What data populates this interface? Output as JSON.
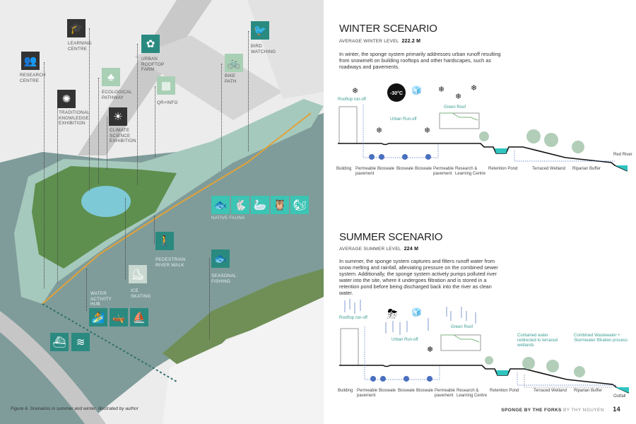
{
  "map": {
    "labels": {
      "learning_centre": "Learning Centre",
      "research_centre": "Research Centre",
      "urban_rooftop_farm": "Urban Rooftop Farm",
      "ecological_pathway": "Ecological Pathway",
      "qr_info": "QR+Info",
      "traditional_knowledge": "Traditional Knowledge Exhibition",
      "climate_science": "Climate Science Exhibition",
      "bike_path": "Bike Path",
      "bird_watching": "Bird Watching",
      "native_fauna": "Native Fauna",
      "pedestrian_river_walk": "Pedestrian River Walk",
      "ice_skating": "Ice Skating",
      "seasonal_fishing": "Seasonal Fishing",
      "water_activity_hub": "Water Activity Hub"
    },
    "caption": "Figure 6. Scenarios in summer and winter. Illustrated by author",
    "colors": {
      "teal": "#2a8a80",
      "mint": "#a9cfb4",
      "dark": "#333333",
      "river": "#7f9c9a",
      "park": "#5e8f4e",
      "path": "#e0a23a"
    }
  },
  "winter": {
    "title": "WINTER SCENARIO",
    "level_label": "AVERAGE WINTER LEVEL",
    "level_value": "222.2 M",
    "description": "In winter, the sponge system primarily addresses urban runoff resulting from snowmelt on building rooftops and other hardscapes, such as roadways and pavements.",
    "temperature": "-30°C",
    "annotations": {
      "rooftop": "Rooftop run-off",
      "urban": "Urban Run-off",
      "green_roof": "Green Roof",
      "river": "Red River"
    }
  },
  "summer": {
    "title": "SUMMER SCENARIO",
    "level_label": "AVERAGE SUMMER LEVEL",
    "level_value": "224 M",
    "description": "In summer, the sponge system captures and filters runoff water from snow melting and rainfall, alleviating pressure on the combined sewer system. Additionally, the sponge system actively pumps polluted river water into the site, where it undergoes filtration and is stored in a retention pond before being discharged back into the river as clean water.",
    "annotations": {
      "rooftop": "Rooftop run-off",
      "urban": "Urban Run-off",
      "green_roof": "Green Roof",
      "contained": "Contained water redirected to terraced wetlands",
      "combined": "Combined Wastewater + Stormwater filtration process",
      "outfall": "Outfall"
    }
  },
  "section_labels": [
    "Building",
    "Permeable pavement",
    "Bioswale",
    "Bioswale",
    "Bioswale",
    "Permeable pavement",
    "Research & Learning Centre",
    "Retention Pond",
    "Terraced Wetland",
    "Riparian Buffer"
  ],
  "footer": {
    "title": "SPONGE BY THE FORKS",
    "author": "BY THY NGUYEN",
    "page": "14"
  }
}
